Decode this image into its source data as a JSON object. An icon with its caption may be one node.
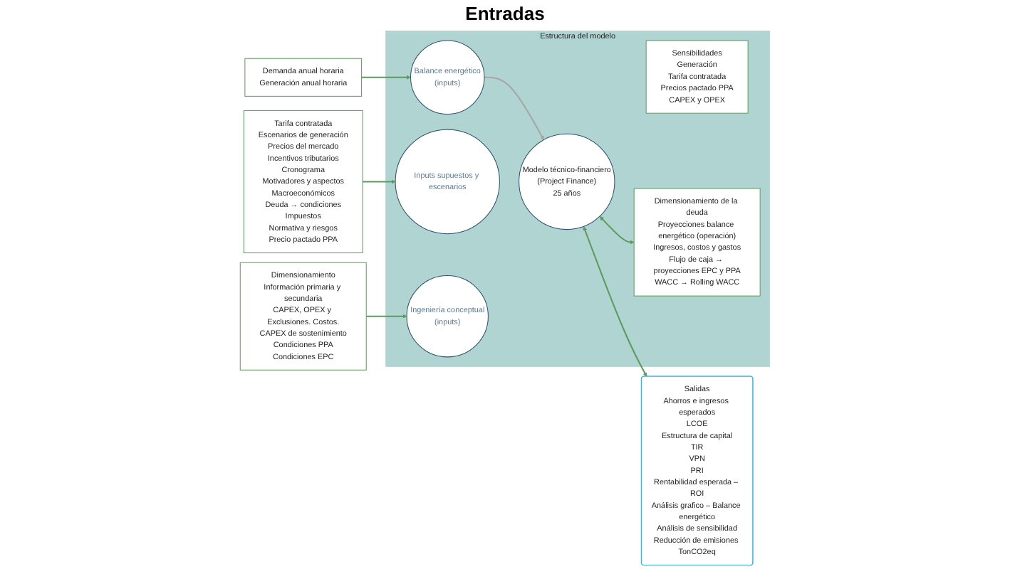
{
  "diagram": {
    "nodes": [
      {
        "text": [
          "Tarifa contratada",
          "Escenarios de generación",
          "Precios del mercado",
          "Incentivos tributarios",
          "Cronograma",
          "Motivadores y aspectos",
          "Macroeconómicos",
          "Deuda → condiciones",
          "Impuestos",
          "Normativa y riesgos",
          "Precio pactado PPA"
        ]
      },
      {
        "text": [
          "Demanda anual horaria",
          "Generación anual horaria"
        ]
      },
      {
        "text": [
          "Dimensionamiento",
          "Información primaria y secundaria",
          "CAPEX, OPEX y Exclusiones. Costos.",
          "CAPEX de sostenimiento",
          "Condiciones PPA",
          "Condiciones EPC"
        ]
      },
      {
        "text": [
          "Estructura del modelo"
        ]
      },
      {
        "text": [
          "Inputs supuestos y escenarios"
        ],
        "in": 3
      },
      {
        "text": [
          "Balance energético",
          "(inputs)"
        ],
        "in": 3
      },
      {
        "text": [
          "Ingeniería conceptual",
          "(inputs)"
        ],
        "in": 3
      },
      {
        "text": [
          "Modelo técnico-financiero",
          "(Project Finance)",
          "25 años"
        ],
        "in": 3
      },
      {
        "text": [
          "Sensibilidades",
          "Generación",
          "Tarifa contratada",
          "Precios pactado PPA",
          "CAPEX y OPEX"
        ],
        "in": 3
      },
      {
        "text": [
          "Dimensionamiento de la deuda",
          "Proyecciones balance energético (operación)",
          "Ingresos, costos y gastos",
          "Flujo de caja → proyecciones EPC y PPA",
          "WACC → Rolling WACC"
        ],
        "in": 3
      },
      {
        "text": [
          "Salidas",
          "Ahorros e ingresos esperados",
          "LCOE",
          "Estructura de capital",
          "TIR",
          "VPN",
          "PRI",
          "Rentabilidad esperada – ROI",
          "Análisis grafico – Balance energético",
          "Análisis de sensibilidad",
          "Reducción de emisiones TonCO2eq"
        ]
      }
    ],
    "edges": [
      {
        "from": 0,
        "to": 4,
        "arrow": "to"
      },
      {
        "from": 1,
        "to": 5,
        "arrow": "to"
      },
      {
        "from": 2,
        "to": 6,
        "arrow": "to"
      },
      {
        "from": 5,
        "to": 7,
        "arrow": "to",
        "color": "#a6a6a6"
      },
      {
        "from": 7,
        "to": 10,
        "arrow": "both"
      },
      {
        "from": 7,
        "to": 9,
        "arrow": "both"
      }
    ],
    "labels": [
      "Entradas"
    ]
  }
}
